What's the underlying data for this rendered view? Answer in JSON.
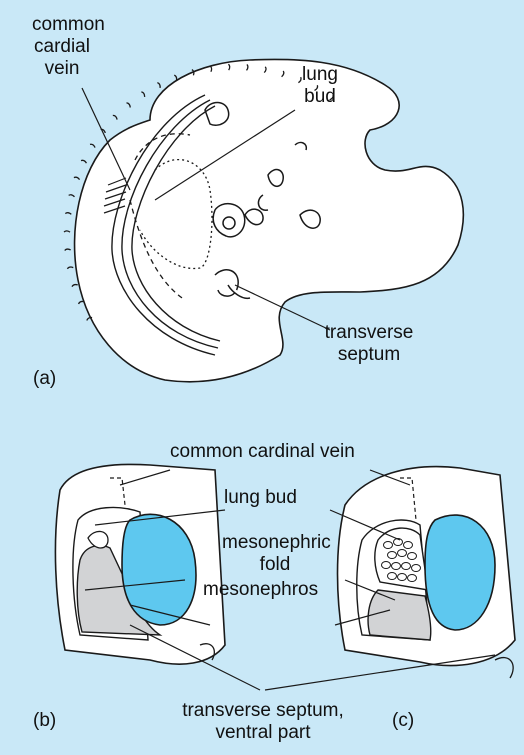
{
  "panel_a": {
    "letter": "(a)",
    "labels": {
      "common_cardial_vein": [
        "common",
        "cardial",
        "vein"
      ],
      "lung_bud": [
        "lung",
        "bud"
      ],
      "transverse_septum": [
        "transverse",
        "septum"
      ]
    }
  },
  "panel_b": {
    "letter": "(b)"
  },
  "panel_c": {
    "letter": "(c)"
  },
  "panels_bc_labels": {
    "common_cardinal_vein": "common cardinal vein",
    "lung_bud": "lung bud",
    "mesonephric_fold": [
      "mesonephric",
      "fold"
    ],
    "mesonephros": "mesonephros",
    "transverse_septum_ventral": [
      "transverse septum,",
      "ventral part"
    ]
  },
  "colors": {
    "background": "#c9e8f7",
    "body_fill": "#ffffff",
    "cavity_blue": "#5ec8ef",
    "mesonephros_grey": "#d2d3d5",
    "line": "#1a1a1a"
  }
}
